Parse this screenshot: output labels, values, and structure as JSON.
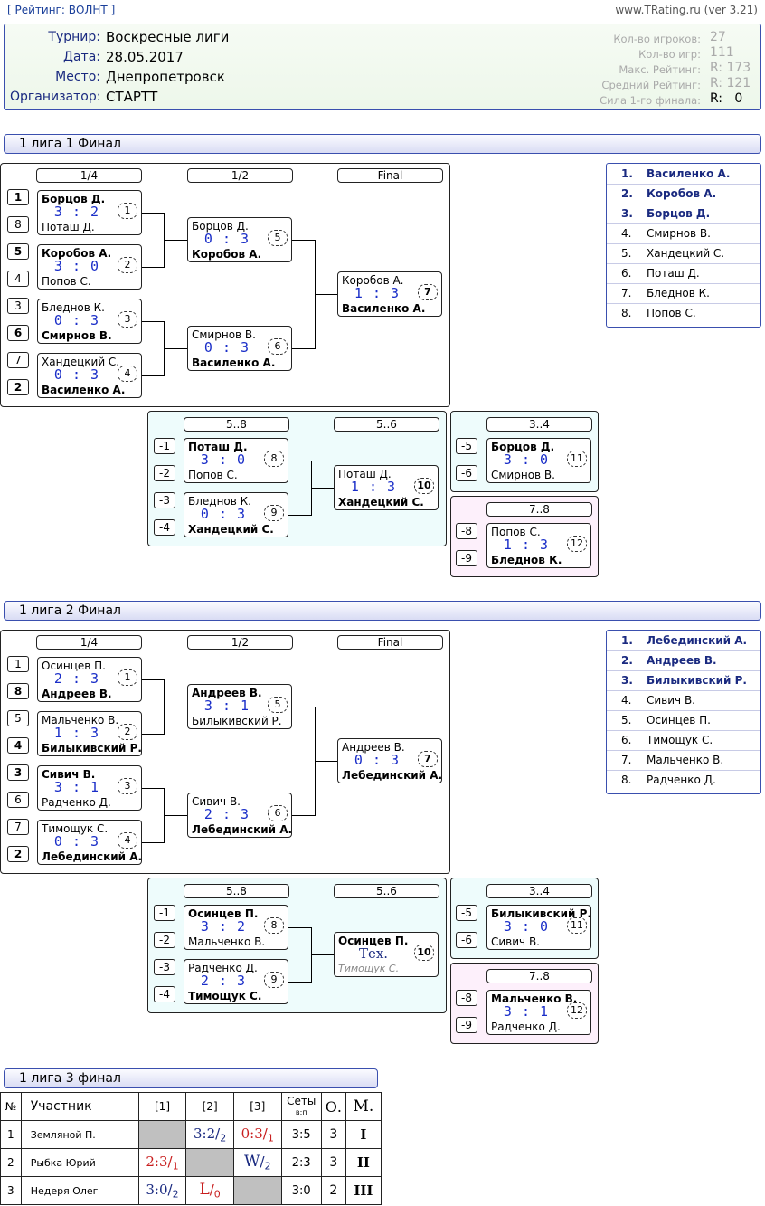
{
  "header": {
    "rating_link": "[ Рейтинг: ВОЛНТ ]",
    "site": "www.TRating.ru  (ver 3.21)"
  },
  "info": {
    "labels": [
      "Турнир:",
      "Дата:",
      "Место:",
      "Организатор:"
    ],
    "values": [
      "Воскресные лиги",
      "28.05.2017",
      "Днепропетровск",
      "СТАРТТ"
    ],
    "stat_labels": [
      "Кол-во игроков:",
      "Кол-во игр:",
      "Макс. Рейтинг:",
      "Средний Рейтинг:",
      "Сила 1-го финала:"
    ],
    "stat_values": [
      "27",
      "111",
      "R: 173",
      "R: 121",
      "R:   0"
    ]
  },
  "leagues": [
    {
      "title": "1 лига 1 Финал",
      "round_labels": [
        "1/4",
        "1/2",
        "Final",
        "5..8",
        "5..6",
        "3..4",
        "7..8"
      ],
      "seeds": [
        "1",
        "8",
        "5",
        "4",
        "3",
        "6",
        "7",
        "2"
      ],
      "seeds_lower": [
        "-1",
        "-2",
        "-3",
        "-4",
        "-5",
        "-6",
        "-8",
        "-9"
      ],
      "matches": [
        {
          "no": "1",
          "p1": "Борцов Д.",
          "p2": "Поташ Д.",
          "score": "3 : 2",
          "w": 1
        },
        {
          "no": "2",
          "p1": "Коробов А.",
          "p2": "Попов С.",
          "score": "3 : 0",
          "w": 1
        },
        {
          "no": "3",
          "p1": "Бледнов К.",
          "p2": "Смирнов В.",
          "score": "0 : 3",
          "w": 2
        },
        {
          "no": "4",
          "p1": "Хандецкий С.",
          "p2": "Василенко А.",
          "score": "0 : 3",
          "w": 2
        },
        {
          "no": "5",
          "p1": "Борцов Д.",
          "p2": "Коробов А.",
          "score": "0 : 3",
          "w": 2
        },
        {
          "no": "6",
          "p1": "Смирнов В.",
          "p2": "Василенко А.",
          "score": "0 : 3",
          "w": 2
        },
        {
          "no": "7",
          "p1": "Коробов А.",
          "p2": "Василенко А.",
          "score": "1 : 3",
          "w": 2
        },
        {
          "no": "8",
          "p1": "Поташ Д.",
          "p2": "Попов С.",
          "score": "3 : 0",
          "w": 1
        },
        {
          "no": "9",
          "p1": "Бледнов К.",
          "p2": "Хандецкий С.",
          "score": "0 : 3",
          "w": 2
        },
        {
          "no": "10",
          "p1": "Поташ Д.",
          "p2": "Хандецкий С.",
          "score": "1 : 3",
          "w": 2
        },
        {
          "no": "11",
          "p1": "Борцов Д.",
          "p2": "Смирнов В.",
          "score": "3 : 0",
          "w": 1
        },
        {
          "no": "12",
          "p1": "Попов С.",
          "p2": "Бледнов К.",
          "score": "1 : 3",
          "w": 2
        }
      ],
      "ranking": [
        {
          "n": "1.",
          "name": "Василенко А."
        },
        {
          "n": "2.",
          "name": "Коробов А."
        },
        {
          "n": "3.",
          "name": "Борцов Д."
        },
        {
          "n": "4.",
          "name": "Смирнов В."
        },
        {
          "n": "5.",
          "name": "Хандецкий С."
        },
        {
          "n": "6.",
          "name": "Поташ Д."
        },
        {
          "n": "7.",
          "name": "Бледнов К."
        },
        {
          "n": "8.",
          "name": "Попов С."
        }
      ]
    },
    {
      "title": "1 лига 2 Финал",
      "round_labels": [
        "1/4",
        "1/2",
        "Final",
        "5..8",
        "5..6",
        "3..4",
        "7..8"
      ],
      "seeds": [
        "1",
        "8",
        "5",
        "4",
        "3",
        "6",
        "7",
        "2"
      ],
      "seeds_lower": [
        "-1",
        "-2",
        "-3",
        "-4",
        "-5",
        "-6",
        "-8",
        "-9"
      ],
      "matches": [
        {
          "no": "1",
          "p1": "Осинцев П.",
          "p2": "Андреев В.",
          "score": "2 : 3",
          "w": 2
        },
        {
          "no": "2",
          "p1": "Мальченко В.",
          "p2": "Билыкивский Р.",
          "score": "1 : 3",
          "w": 2
        },
        {
          "no": "3",
          "p1": "Сивич В.",
          "p2": "Радченко Д.",
          "score": "3 : 1",
          "w": 1
        },
        {
          "no": "4",
          "p1": "Тимощук С.",
          "p2": "Лебединский А.",
          "score": "0 : 3",
          "w": 2
        },
        {
          "no": "5",
          "p1": "Андреев В.",
          "p2": "Билыкивский Р.",
          "score": "3 : 1",
          "w": 1
        },
        {
          "no": "6",
          "p1": "Сивич В.",
          "p2": "Лебединский А.",
          "score": "2 : 3",
          "w": 2
        },
        {
          "no": "7",
          "p1": "Андреев В.",
          "p2": "Лебединский А.",
          "score": "0 : 3",
          "w": 2
        },
        {
          "no": "8",
          "p1": "Осинцев П.",
          "p2": "Мальченко В.",
          "score": "3 : 2",
          "w": 1
        },
        {
          "no": "9",
          "p1": "Радченко Д.",
          "p2": "Тимощук С.",
          "score": "2 : 3",
          "w": 2
        },
        {
          "no": "10",
          "p1": "Осинцев П.",
          "p2": "Тимощук С.",
          "score": "Тех.",
          "w": 1,
          "tex": true
        },
        {
          "no": "11",
          "p1": "Билыкивский Р.",
          "p2": "Сивич В.",
          "score": "3 : 0",
          "w": 1
        },
        {
          "no": "12",
          "p1": "Мальченко В.",
          "p2": "Радченко Д.",
          "score": "3 : 1",
          "w": 1
        }
      ],
      "ranking": [
        {
          "n": "1.",
          "name": "Лебединский А."
        },
        {
          "n": "2.",
          "name": "Андреев В."
        },
        {
          "n": "3.",
          "name": "Билыкивский Р."
        },
        {
          "n": "4.",
          "name": "Сивич В."
        },
        {
          "n": "5.",
          "name": "Осинцев П."
        },
        {
          "n": "6.",
          "name": "Тимощук С."
        },
        {
          "n": "7.",
          "name": "Мальченко В."
        },
        {
          "n": "8.",
          "name": "Радченко Д."
        }
      ]
    }
  ],
  "league3": {
    "title": "1 лига 3 финал",
    "headers": [
      "№",
      "Участник",
      "[1]",
      "[2]",
      "[3]",
      "Сеты",
      "в:п",
      "О.",
      "М."
    ],
    "rows": [
      {
        "no": "1",
        "name": "Земляной П.",
        "c1": "",
        "c2": "3:2",
        "c2s": "2",
        "c3": "0:3",
        "c3s": "1",
        "sets": "3:5",
        "pts": "3",
        "place": "I"
      },
      {
        "no": "2",
        "name": "Рыбка Юрий",
        "c1": "2:3",
        "c1s": "1",
        "c2": "",
        "c3": "W",
        "c3s": "2",
        "sets": "2:3",
        "pts": "3",
        "place": "II"
      },
      {
        "no": "3",
        "name": "Недеря Олег",
        "c1": "3:0",
        "c1s": "2",
        "c2": "L",
        "c2s": "0",
        "c3": "",
        "sets": "3:0",
        "pts": "2",
        "place": "III"
      }
    ]
  }
}
